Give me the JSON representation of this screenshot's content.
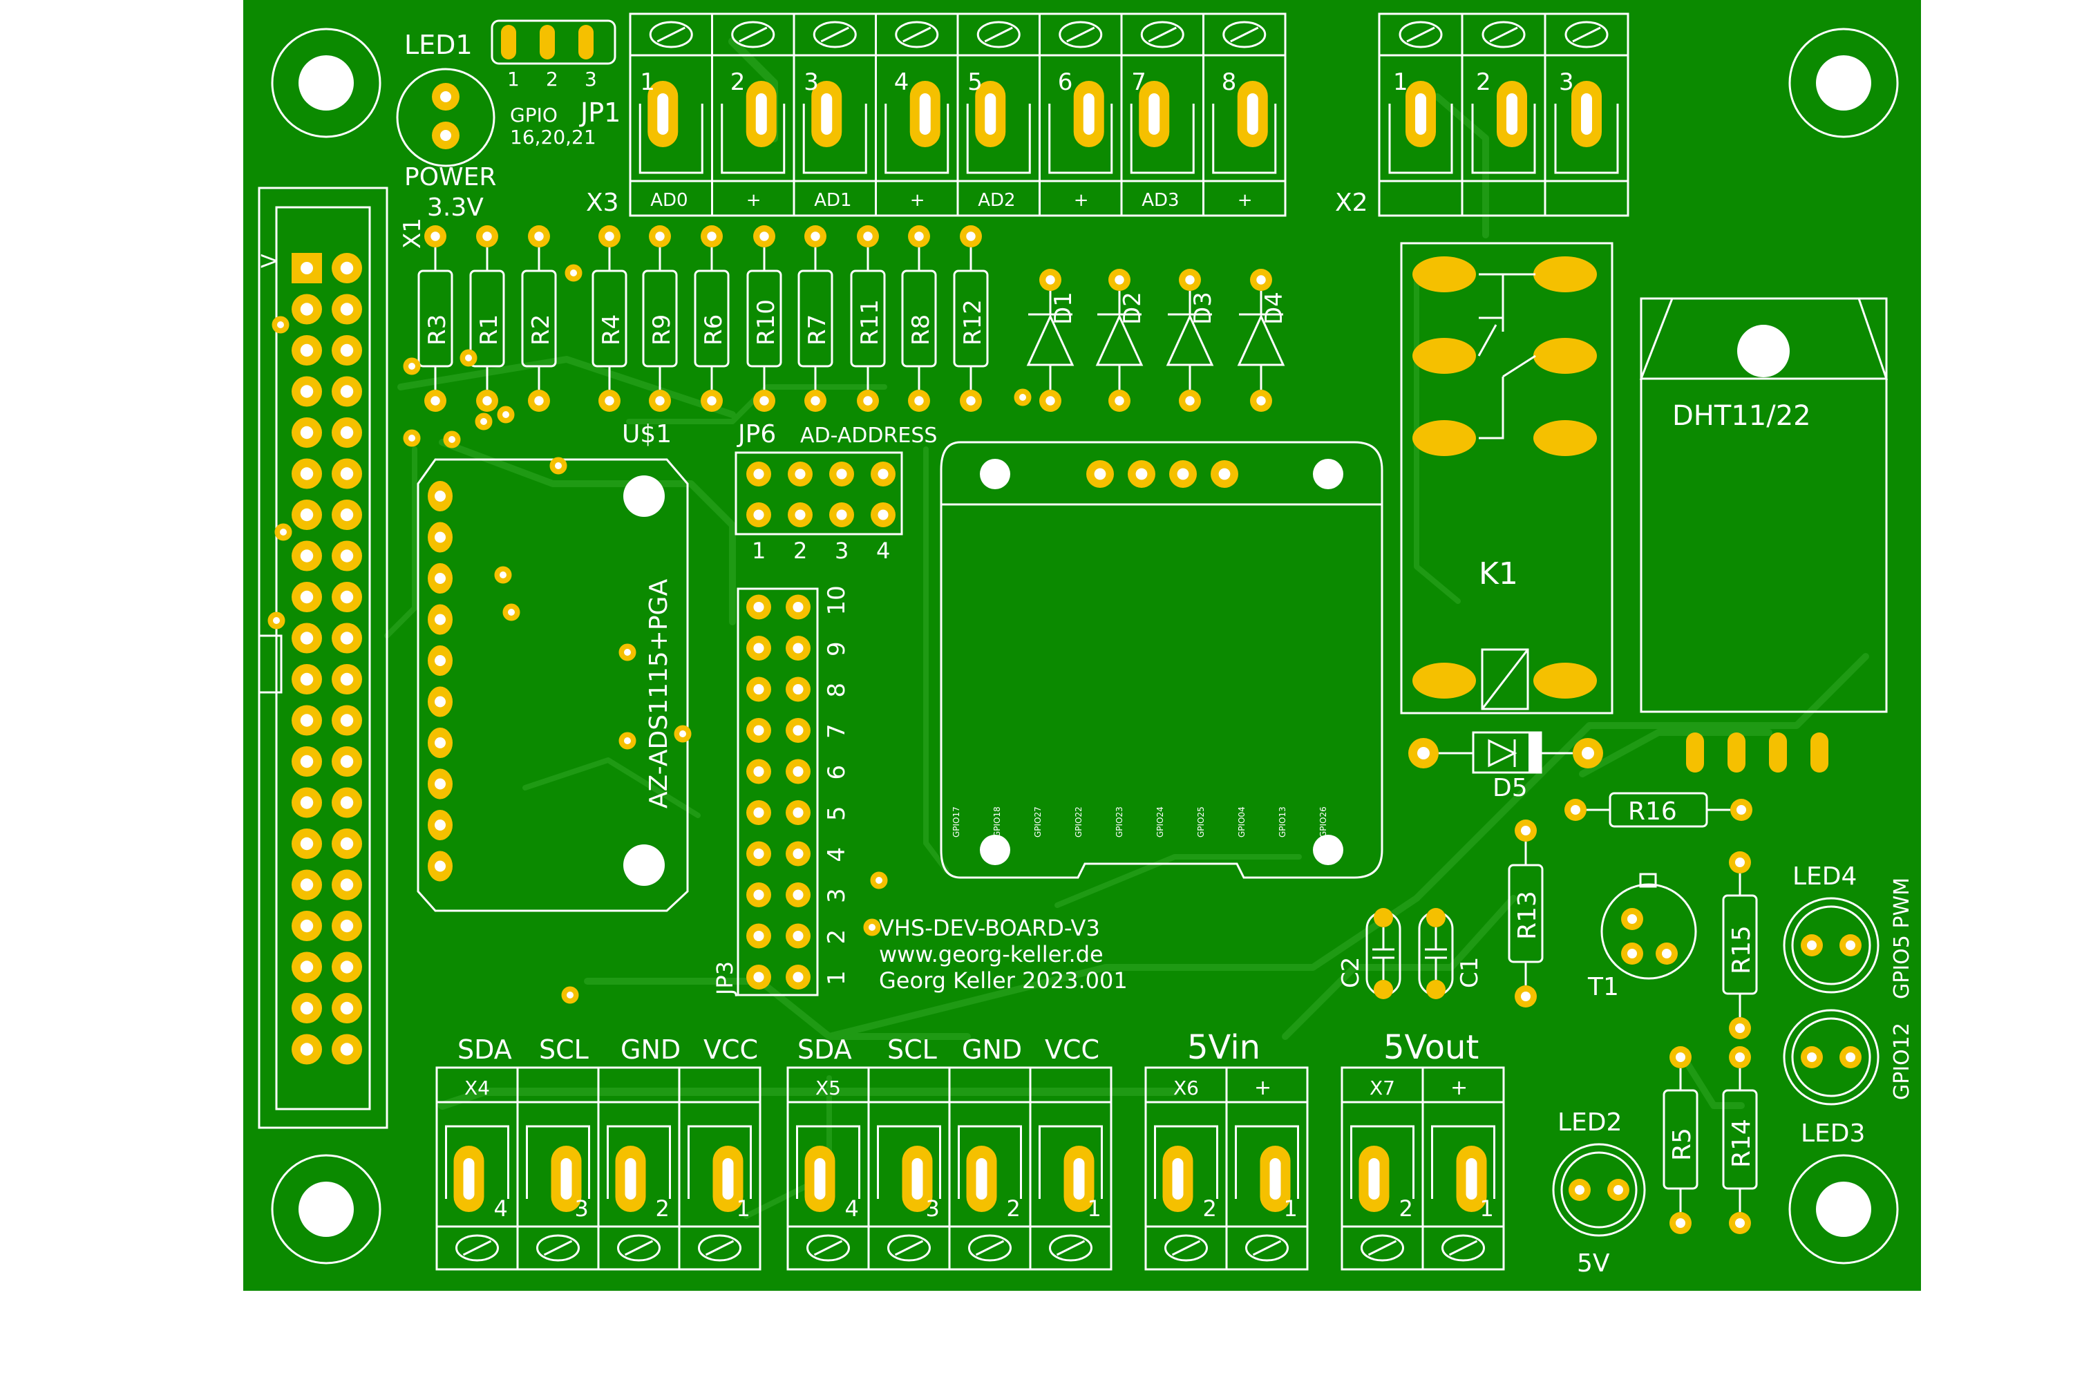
{
  "board": {
    "title": "VHS-DEV-BOARD-V3",
    "url": "www.georg-keller.de",
    "author": "Georg Keller 2023.001",
    "colors": {
      "copper": "#0b8a00",
      "trace": "#1f9a14",
      "silk": "#ffffff",
      "pad": "#f5c000",
      "background": "#ffffff"
    }
  },
  "labels": {
    "led1": "LED1",
    "jp1": "JP1",
    "jp1_pins": [
      "1",
      "2",
      "3"
    ],
    "gpio": "GPIO",
    "gpio_nums": "16,20,21",
    "power": "POWER",
    "power_v": "3.3V",
    "x1": "X1",
    "x1_mark": "V",
    "x3": "X3",
    "x2": "X2",
    "x3_pins": [
      "1",
      "2",
      "3",
      "4",
      "5",
      "6",
      "7",
      "8"
    ],
    "x3_bottom": [
      "AD0",
      "+",
      "AD1",
      "+",
      "AD2",
      "+",
      "AD3",
      "+"
    ],
    "x2_pins": [
      "1",
      "2",
      "3"
    ],
    "resistors": [
      "R3",
      "R1",
      "R2",
      "R4",
      "R9",
      "R6",
      "R10",
      "R7",
      "R11",
      "R8",
      "R12"
    ],
    "diodes": [
      "D1",
      "D2",
      "D3",
      "D4"
    ],
    "usb": "U$1",
    "jp6": "JP6",
    "ad_address": "AD-ADDRESS",
    "jp6_pins": [
      "1",
      "2",
      "3",
      "4"
    ],
    "ads_module": "AZ-ADS1115+PGA",
    "jp3": "JP3",
    "jp3_pins": [
      "1",
      "2",
      "3",
      "4",
      "5",
      "6",
      "7",
      "8",
      "9",
      "10"
    ],
    "oled_pins": [
      "GPIO17",
      "GPIO18",
      "GPIO27",
      "GPIO22",
      "GPIO23",
      "GPIO24",
      "GPIO25",
      "GPIO04",
      "GPIO13",
      "GPIO26"
    ],
    "k1": "K1",
    "dht": "DHT11/22",
    "d5": "D5",
    "r16": "R16",
    "r13": "R13",
    "r15": "R15",
    "r5": "R5",
    "r14": "R14",
    "t1": "T1",
    "c1": "C1",
    "c2": "C2",
    "led4": "LED4",
    "gpio5": "GPIO5 PWM",
    "gpio12": "GPIO12",
    "led3": "LED3",
    "led2": "LED2",
    "led2_v": "5V",
    "i2c_heads": [
      "SDA",
      "SCL",
      "GND",
      "VCC",
      "SDA",
      "SCL",
      "GND",
      "VCC"
    ],
    "x4": "X4",
    "x5": "X5",
    "x4_pins": [
      "4",
      "3",
      "2",
      "1"
    ],
    "x5_pins": [
      "4",
      "3",
      "2",
      "1"
    ],
    "fivevin": "5Vin",
    "fivevout": "5Vout",
    "x6": "X6",
    "x7": "X7",
    "plus": "+",
    "pin2": "2",
    "pin1": "1"
  }
}
